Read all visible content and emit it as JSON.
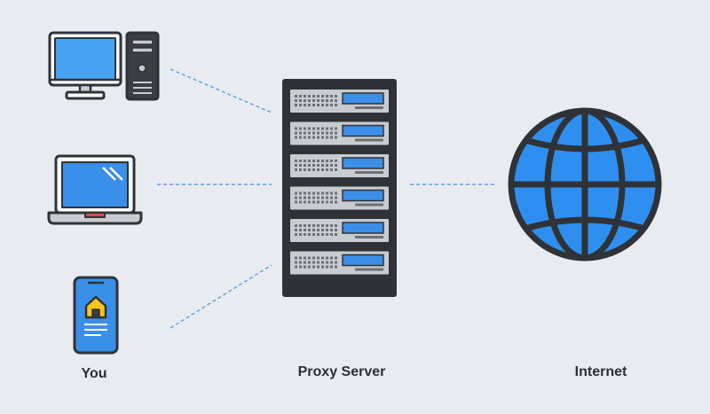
{
  "labels": {
    "client": "You",
    "proxy": "Proxy Server",
    "internet": "Internet"
  },
  "icons": {
    "client_devices": [
      "desktop-computer-icon",
      "laptop-icon",
      "smartphone-icon"
    ],
    "proxy": "server-rack-icon",
    "internet": "globe-icon"
  },
  "colors": {
    "background": "#e8ebf0",
    "outline": "#2f3337",
    "accent_blue": "#2f8ff0",
    "screen_blue": "#4aa3f2",
    "connector": "#5aa0e6",
    "server_unit": "#c8ccd1",
    "laptop_indicator": "#e04a4a",
    "phone_home_icon": "#f5c518"
  }
}
